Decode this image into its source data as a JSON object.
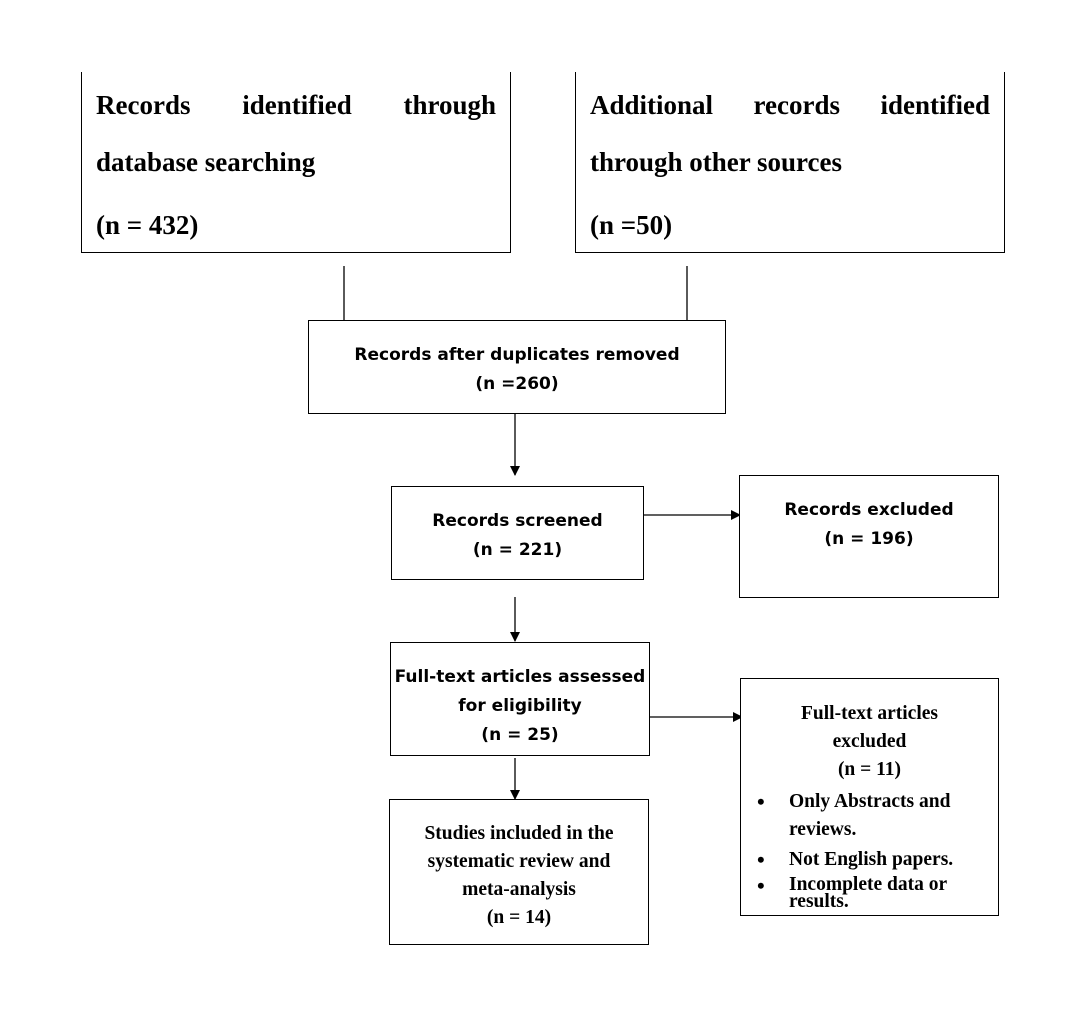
{
  "sources": {
    "database": {
      "line1": "Records identified through",
      "line2": "database searching",
      "count": "(n = 432)"
    },
    "other": {
      "line1": "Additional records identified",
      "line2": "through other sources",
      "count": "(n =50)"
    }
  },
  "duplicates_removed": {
    "label": "Records after duplicates removed",
    "count": "(n =260)"
  },
  "screened": {
    "label": "Records screened",
    "count": "(n = 221)"
  },
  "excluded": {
    "label": "Records excluded",
    "count": "(n = 196)"
  },
  "eligibility": {
    "line1": "Full-text articles assessed",
    "line2": "for eligibility",
    "count": "(n = 25)"
  },
  "fulltext_excluded": {
    "line1": "Full-text articles",
    "line2": "excluded",
    "count": "(n = 11)",
    "reasons": [
      {
        "line1": "Only Abstracts and",
        "line2": "reviews."
      },
      {
        "line1": "Not English papers.",
        "line2": ""
      },
      {
        "line1": "Incomplete data or",
        "line2": "results."
      }
    ]
  },
  "included": {
    "line1": "Studies included in the",
    "line2": "systematic review and",
    "line3": "meta-analysis",
    "count": "(n = 14)"
  }
}
